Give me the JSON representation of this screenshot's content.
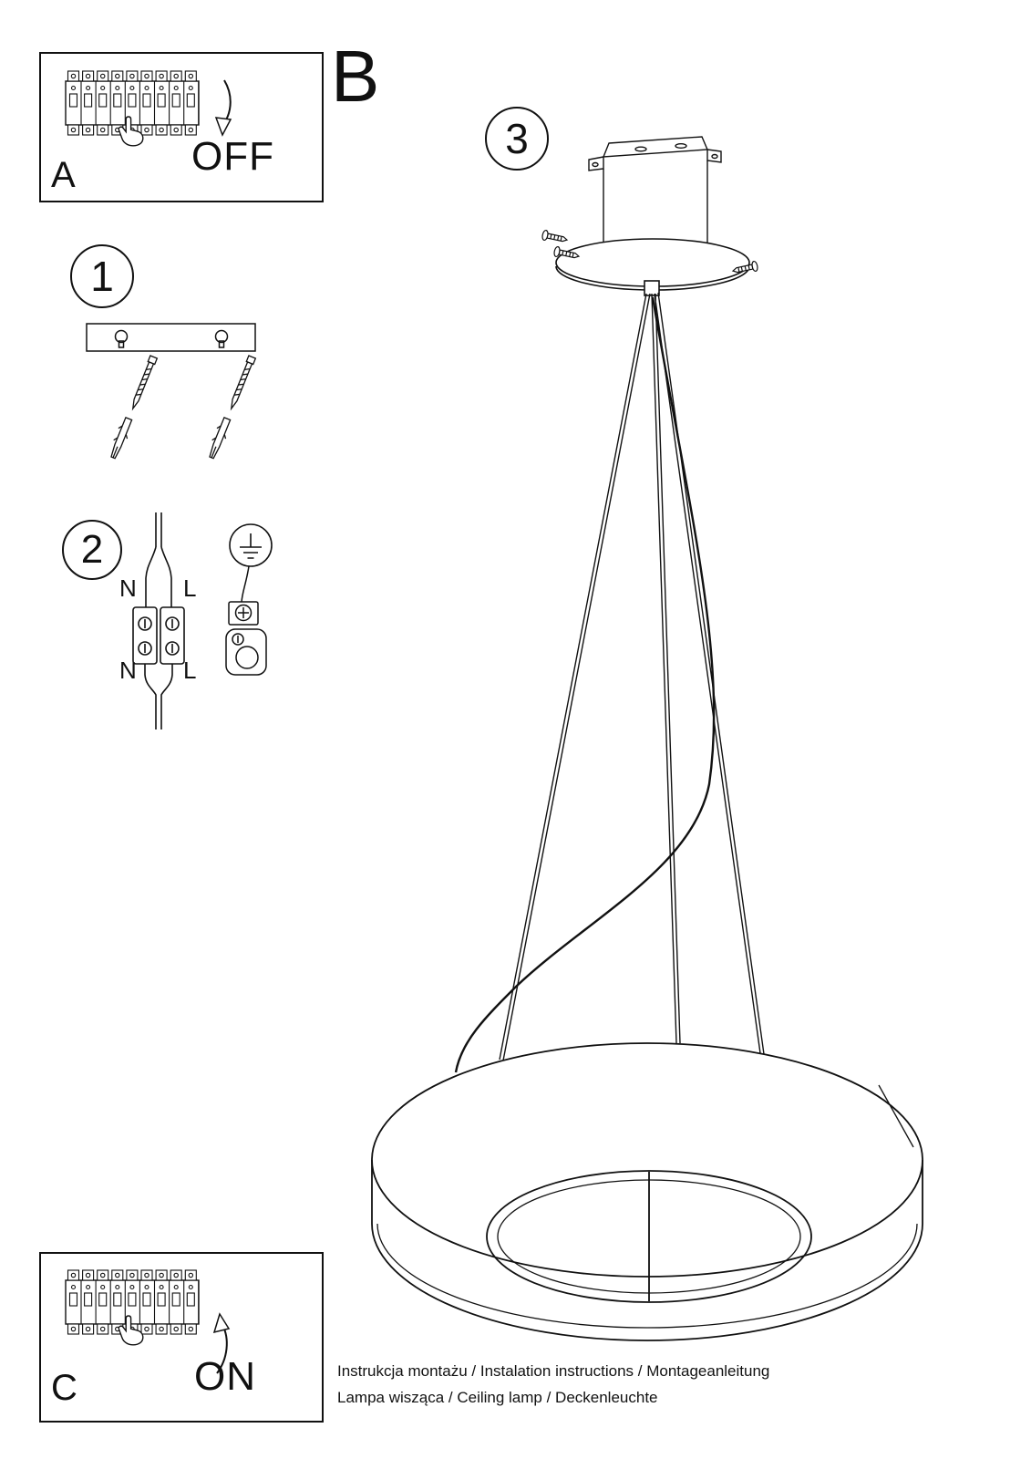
{
  "colors": {
    "ink": "#111111",
    "paper": "#ffffff"
  },
  "panels": {
    "a_label": "A",
    "off_label": "OFF",
    "b_label": "B",
    "c_label": "C",
    "on_label": "ON"
  },
  "steps": {
    "step1": "1",
    "step2": "2",
    "step3": "3"
  },
  "wiring": {
    "top_left": "N",
    "top_right": "L",
    "bottom_left": "N",
    "bottom_right": "L"
  },
  "footer": {
    "line1": "Instrukcja montażu / Instalation instructions / Montageanleitung",
    "line2": "Lampa wisząca / Ceiling lamp / Deckenleuchte"
  }
}
